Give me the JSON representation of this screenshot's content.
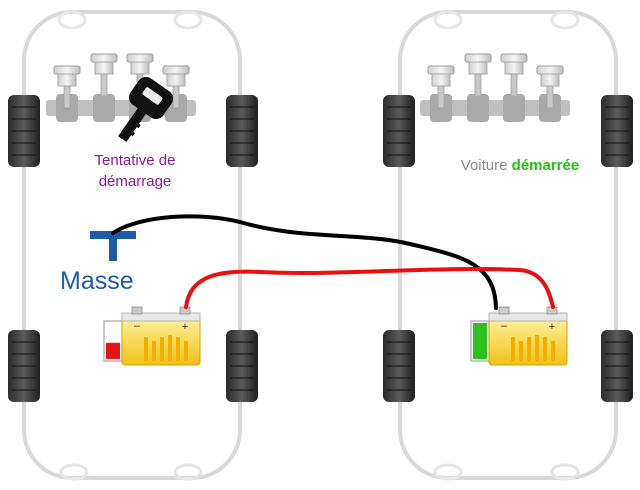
{
  "cars": {
    "left": {
      "caption_line1": "Tentative de",
      "caption_line2": "démarrage",
      "caption_color": "#8b1a9b",
      "battery_charge_level": 0.45,
      "battery_indicator_color": "#e01515"
    },
    "right": {
      "caption_prefix": "Voiture",
      "caption_strong": "démarrée",
      "caption_color": "#8c8c8c",
      "strong_color": "#1ec40f",
      "battery_charge_level": 1.0,
      "battery_indicator_color": "#2cc21d"
    }
  },
  "ground": {
    "label": "Masse",
    "color": "#1f5aa8"
  },
  "cables": {
    "ground_cable_color": "#000000",
    "positive_cable_color": "#e81010"
  },
  "icons": [
    "ignition-key-icon",
    "engine-pistons-icon",
    "battery-icon",
    "ground-symbol-icon",
    "tire-icon"
  ]
}
